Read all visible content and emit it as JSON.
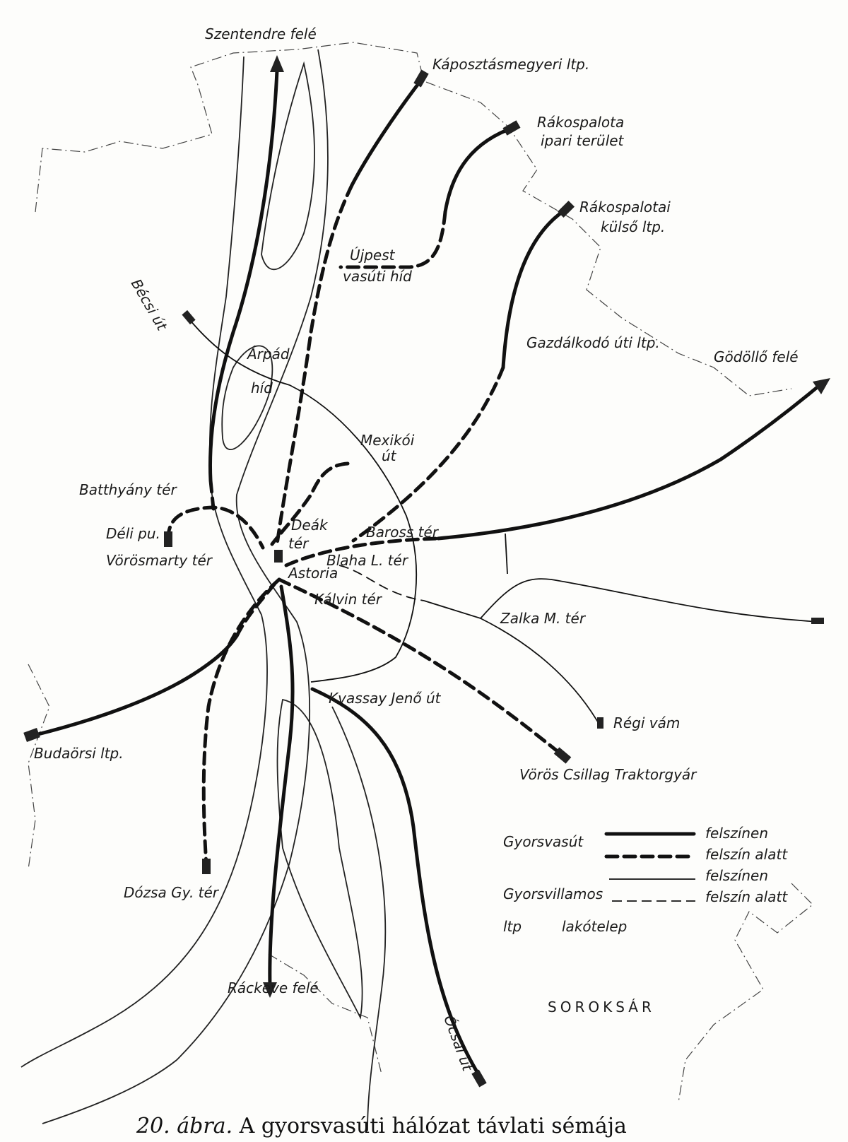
{
  "caption": {
    "number": "20. ábra.",
    "text": "A gyorsvasúti hálózat távlati sémája"
  },
  "labels": {
    "szentendre": "Szentendre felé",
    "kaposztas": "Káposztásmegyeri ltp.",
    "rakospalota_ipari_1": "Rákospalota",
    "rakospalota_ipari_2": "ipari terület",
    "rakospalotai_kulso_1": "Rákospalotai",
    "rakospalotai_kulso_2": "külső ltp.",
    "ujpest_1": "Újpest",
    "ujpest_2": "vasúti híd",
    "becsi": "Bécsi út",
    "arpad_1": "Árpád",
    "arpad_2": "híd",
    "gazdalkodo": "Gazdálkodó úti ltp.",
    "godollo": "Gödöllő felé",
    "mexikoi_1": "Mexikói",
    "mexikoi_2": "út",
    "batthyany": "Batthyány tér",
    "deli": "Déli pu.",
    "vorosmarty": "Vörösmarty tér",
    "deak_1": "Deák",
    "deak_2": "tér",
    "baross": "Baross tér",
    "blaha": "Blaha L. tér",
    "astoria": "Astoria",
    "kalvin": "Kálvin tér",
    "zalka": "Zalka M. tér",
    "kvassay": "Kvassay Jenő út",
    "regi_vam": "Régi vám",
    "budaorsi": "Budaörsi ltp.",
    "voros_csillag": "Vörös Csillag Traktorgyár",
    "dozsa": "Dózsa Gy. tér",
    "rackeve": "Ráckeve felé",
    "ocsai": "Ócsai út",
    "soroksar": "SOROKSÁR"
  },
  "legend": {
    "gyorsvasut": "Gyorsvasút",
    "gyorsvillamos": "Gyorsvillamos",
    "surface": "felszínen",
    "underground": "felszín alatt",
    "ltp_abbr": "ltp",
    "ltp_full": "lakótelep"
  }
}
